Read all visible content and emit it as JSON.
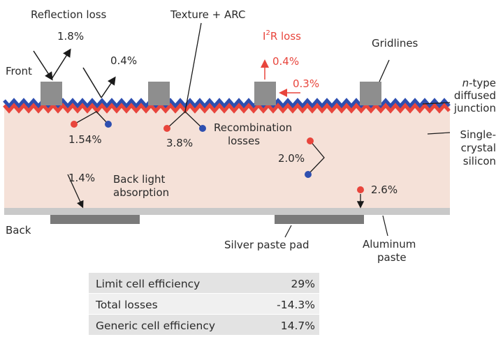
{
  "labels": {
    "reflection_loss": "Reflection loss",
    "reflection_pct_1": "1.8%",
    "reflection_pct_2": "0.4%",
    "texture_arc": "Texture + ARC",
    "i2r_loss_prefix": "I",
    "i2r_loss_sup": "2",
    "i2r_loss_suffix": "R loss",
    "i2r_pct_1": "0.4%",
    "i2r_pct_2": "0.3%",
    "gridlines": "Gridlines",
    "front": "Front",
    "n_type_italic": "n",
    "n_type_rest": "-type",
    "diffused": "diffused",
    "junction": "junction",
    "recomb_1_pct": "1.54%",
    "recomb_2_pct": "3.8%",
    "recombination": "Recombination",
    "losses": "losses",
    "recomb_3_pct": "2.0%",
    "single": "Single-",
    "crystal": "crystal",
    "silicon": "silicon",
    "back_light_pct": "1.4%",
    "back_light": "Back light",
    "absorption": "absorption",
    "recomb_4_pct": "2.6%",
    "back": "Back",
    "silver_paste_pad": "Silver paste pad",
    "aluminum": "Aluminum",
    "paste": "paste"
  },
  "table": [
    {
      "label": "Limit cell efficiency",
      "value": "29%"
    },
    {
      "label": "Total losses",
      "value": "-14.3%"
    },
    {
      "label": "Generic cell efficiency",
      "value": "14.7%"
    }
  ],
  "colors": {
    "silicon": "#f5e1d8",
    "n_layer": "#2e4fb0",
    "junction": "#e8453c",
    "gridline": "#8e8e8e",
    "back_layer": "#c9c9c9",
    "pad": "#7a7a7a",
    "table_row_a": "#e3e3e3",
    "table_row_b": "#f0f0f0",
    "electron": "#2e4fb0",
    "hole": "#e8453c"
  }
}
